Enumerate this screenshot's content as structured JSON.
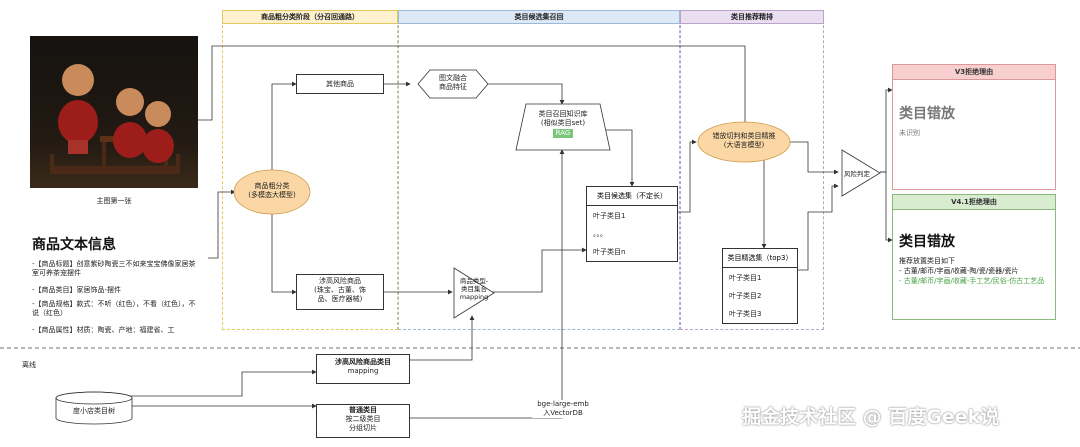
{
  "phases": {
    "p1": "商品粗分类阶段（分召回通路）",
    "p2": "类目候选集召回",
    "p3": "类目推荐精排"
  },
  "image_caption": "主图第一张",
  "info": {
    "title": "商品文本信息",
    "items": [
      "-【商品标题】创意紫砂陶瓷三不如来宝宝佛像家居茶室可养茶宠摆件",
      "-【商品类目】家居饰品-摆件",
      "-【商品规格】款式：不听（红色），不看（红色），不说（红色）",
      "-【商品属性】材质：陶瓷、产地：福建省、工"
    ]
  },
  "nodes": {
    "coarse": [
      "商品粗分类",
      "(多模态大模型)"
    ],
    "other": "其他商品",
    "risk": [
      "涉高风险商品",
      "(珠宝、古董、饰",
      "品、医疗器械)"
    ],
    "fusion": [
      "图文融合",
      "商品特征"
    ],
    "kb": [
      "类目召回知识库",
      "(相似类目set)"
    ],
    "kb_tag": "RAG",
    "mapping": [
      "商品类型-",
      "类目集合",
      "mapping"
    ],
    "rerank": [
      "错放切判和类目精推",
      "(大语言模型)"
    ],
    "risk_judge": "风险判定"
  },
  "candidate": {
    "title": "类目候选集（不定长）",
    "items": [
      "叶子类目1",
      "。。。",
      "叶子类目n"
    ]
  },
  "fine": {
    "title": "类目精选集（top3）",
    "items": [
      "叶子类目1",
      "叶子类目2",
      "叶子类目3"
    ]
  },
  "v3": {
    "head": "V3拒绝理由",
    "title": "类目错放",
    "sub": "未识别"
  },
  "v41": {
    "head": "V4.1拒绝理由",
    "title": "类目错放",
    "line1": "推荐放置类目如下",
    "line2": "- 古董/邮币/字画/收藏-陶/瓷/瓷器/瓷片",
    "line3": "- 古董/邮币/字画/收藏-手工艺/民俗-仿古工艺品"
  },
  "offline": {
    "label": "离线",
    "db": "度小店类目树",
    "risk_box": [
      "涉高风险商品类目",
      "mapping"
    ],
    "normal_box": [
      "普通类目",
      "按二级类目",
      "分组切片"
    ],
    "emb": [
      "bge-large-emb",
      "入VectorDB"
    ]
  },
  "watermark": "掘金技术社区 @ 百度Geek说",
  "colors": {
    "phase1": "#fdf1cf",
    "phase2": "#dde9f7",
    "phase3": "#e9dff0",
    "node_orange": "#fbd7a6",
    "v3_head": "#f8cfcf",
    "v41_head": "#d8ecd0",
    "green_text": "#4aa447",
    "rag_bg": "#7bc67a"
  }
}
